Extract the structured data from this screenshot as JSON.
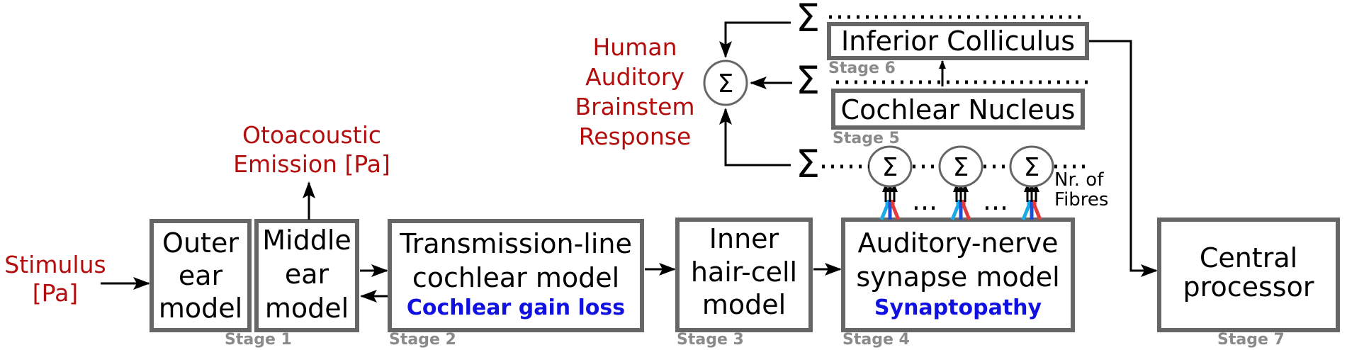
{
  "colors": {
    "box_stroke": "#666666",
    "red_text": "#b30d0d",
    "blue_text": "#1010e0",
    "stage_text": "#8a8a8a",
    "fibre_cyan": "#1aaae6",
    "fibre_blue": "#1a50d8",
    "fibre_red": "#e23a3a"
  },
  "inputs": {
    "stimulus": [
      "Stimulus",
      "[Pa]"
    ],
    "otoacoustic": [
      "Otoacoustic",
      "Emission [Pa]"
    ],
    "abr": [
      "Human",
      "Auditory",
      "Brainstem",
      "Response"
    ]
  },
  "blocks": {
    "outer_ear": [
      "Outer",
      "ear",
      "model"
    ],
    "middle_ear": [
      "Middle",
      "ear",
      "model"
    ],
    "cochlea": [
      "Transmission-line",
      "cochlear model"
    ],
    "cochlea_note": "Cochlear gain loss",
    "ihc": [
      "Inner",
      "hair-cell",
      "model"
    ],
    "an": [
      "Auditory-nerve",
      "synapse model"
    ],
    "an_note": "Synaptopathy",
    "central": [
      "Central",
      "processor"
    ],
    "cn": "Cochlear Nucleus",
    "ic": "Inferior Colliculus"
  },
  "stages": {
    "s1": "Stage 1",
    "s2": "Stage 2",
    "s3": "Stage 3",
    "s4": "Stage 4",
    "s5": "Stage 5",
    "s6": "Stage 6",
    "s7": "Stage 7"
  },
  "symbols": {
    "sum": "Σ",
    "ellipsis": "...",
    "fibres": [
      "Nr. of",
      "Fibres"
    ]
  }
}
